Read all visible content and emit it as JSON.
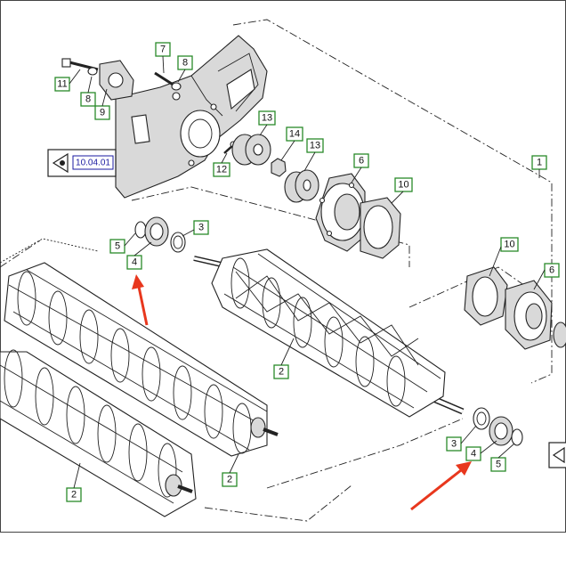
{
  "diagram": {
    "callouts": [
      {
        "id": "c-11",
        "label": "11"
      },
      {
        "id": "c-8a",
        "label": "8"
      },
      {
        "id": "c-9",
        "label": "9"
      },
      {
        "id": "c-7",
        "label": "7"
      },
      {
        "id": "c-8b",
        "label": "8"
      },
      {
        "id": "c-13a",
        "label": "13"
      },
      {
        "id": "c-14",
        "label": "14"
      },
      {
        "id": "c-13b",
        "label": "13"
      },
      {
        "id": "c-12",
        "label": "12"
      },
      {
        "id": "c-6a",
        "label": "6"
      },
      {
        "id": "c-10a",
        "label": "10"
      },
      {
        "id": "c-1",
        "label": "1"
      },
      {
        "id": "c-3a",
        "label": "3"
      },
      {
        "id": "c-5a",
        "label": "5"
      },
      {
        "id": "c-4a",
        "label": "4"
      },
      {
        "id": "c-10b",
        "label": "10"
      },
      {
        "id": "c-6b",
        "label": "6"
      },
      {
        "id": "c-2a",
        "label": "2"
      },
      {
        "id": "c-3b",
        "label": "3"
      },
      {
        "id": "c-4b",
        "label": "4"
      },
      {
        "id": "c-5b",
        "label": "5"
      },
      {
        "id": "c-2b",
        "label": "2"
      },
      {
        "id": "c-2c",
        "label": "2"
      }
    ],
    "reference_link": "10.04.01",
    "colors": {
      "callout_border": "#2a8a2a",
      "arrow": "#e8371d",
      "link_text": "#1a1aa0"
    }
  }
}
